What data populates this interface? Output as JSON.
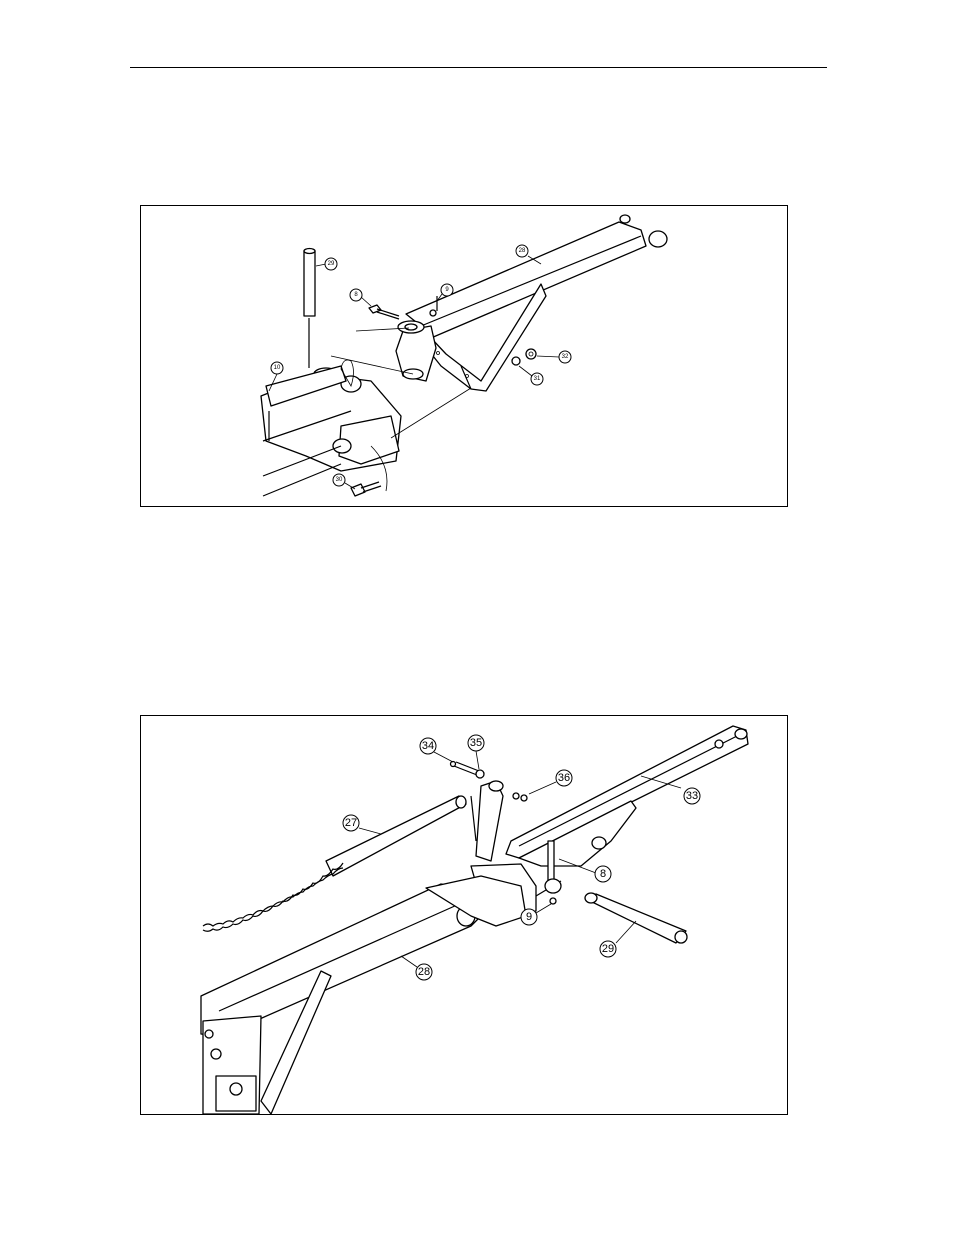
{
  "figure1": {
    "callouts": [
      {
        "id": "c1-29",
        "label": "29"
      },
      {
        "id": "c1-28",
        "label": "28"
      },
      {
        "id": "c1-8",
        "label": "8"
      },
      {
        "id": "c1-9",
        "label": "9"
      },
      {
        "id": "c1-32",
        "label": "32"
      },
      {
        "id": "c1-31",
        "label": "31"
      },
      {
        "id": "c1-10",
        "label": "10"
      },
      {
        "id": "c1-30",
        "label": "30"
      }
    ]
  },
  "figure2": {
    "callouts": [
      {
        "id": "c2-34",
        "label": "34"
      },
      {
        "id": "c2-35",
        "label": "35"
      },
      {
        "id": "c2-36",
        "label": "36"
      },
      {
        "id": "c2-33",
        "label": "33"
      },
      {
        "id": "c2-27",
        "label": "27"
      },
      {
        "id": "c2-8",
        "label": "8"
      },
      {
        "id": "c2-9",
        "label": "9"
      },
      {
        "id": "c2-29",
        "label": "29"
      },
      {
        "id": "c2-28",
        "label": "28"
      }
    ]
  }
}
